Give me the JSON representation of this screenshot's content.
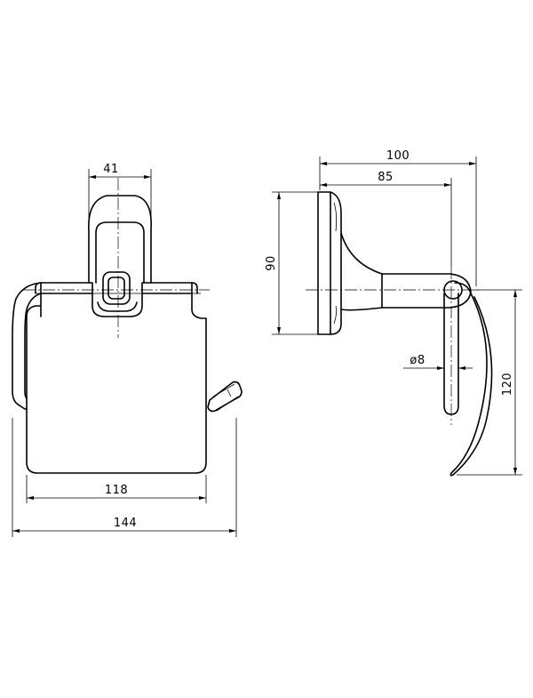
{
  "front_view": {
    "dimensions": {
      "bracket_width": "41",
      "cover_width": "118",
      "overall_width": "144"
    }
  },
  "side_view": {
    "dimensions": {
      "overall_depth": "100",
      "arm_depth": "85",
      "plate_height": "90",
      "rod_diameter": "ø8",
      "drop_height": "120"
    }
  }
}
